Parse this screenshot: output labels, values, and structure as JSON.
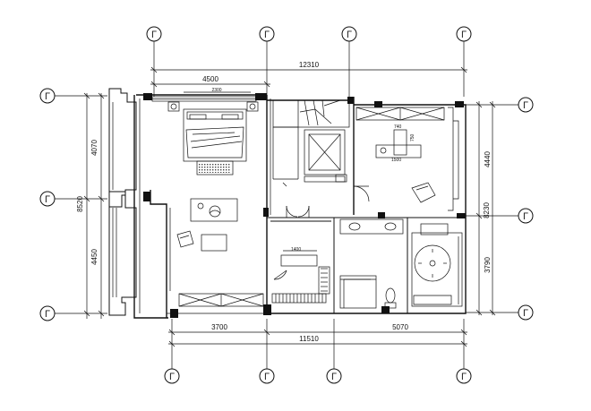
{
  "axis_marker": "Γ",
  "dimensions": {
    "top_total": "12310",
    "top_left": "4500",
    "top_bed": "2300",
    "left_upper": "4070",
    "left_total": "8520",
    "left_lower": "4450",
    "right_upper": "4440",
    "right_total": "8230",
    "right_lower": "3790",
    "bottom_left": "3700",
    "bottom_right": "5070",
    "bottom_total": "11510",
    "closet_width": "1400",
    "desk_w": "740",
    "desk_d": "750",
    "desk_len": "1500"
  }
}
